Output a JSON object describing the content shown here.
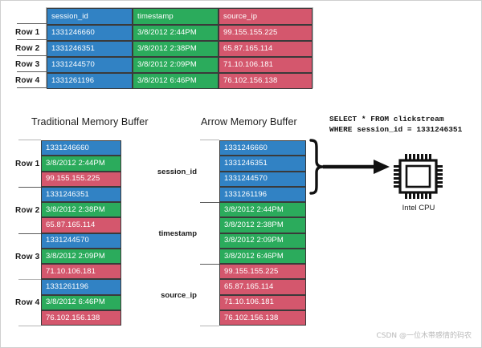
{
  "diagram": {
    "columns": [
      "session_id",
      "timestamp",
      "source_ip"
    ],
    "row_labels": [
      "Row 1",
      "Row 2",
      "Row 3",
      "Row 4"
    ],
    "table": {
      "headers": [
        "session_id",
        "timestamp",
        "source_ip"
      ],
      "rows": [
        [
          "1331246660",
          "3/8/2012  2:44PM",
          "99.155.155.225"
        ],
        [
          "1331246351",
          "3/8/2012  2:38PM",
          "65.87.165.114"
        ],
        [
          "1331244570",
          "3/8/2012  2:09PM",
          "71.10.106.181"
        ],
        [
          "1331261196",
          "3/8/2012  6:46PM",
          "76.102.156.138"
        ]
      ]
    },
    "traditional": {
      "title": "Traditional Memory Buffer",
      "row_labels": [
        "Row 1",
        "Row 2",
        "Row 3",
        "Row 4"
      ],
      "cells": [
        "1331246660",
        "3/8/2012  2:44PM",
        "99.155.155.225",
        "1331246351",
        "3/8/2012  2:38PM",
        "65.87.165.114",
        "1331244570",
        "3/8/2012  2:09PM",
        "71.10.106.181",
        "1331261196",
        "3/8/2012  6:46PM",
        "76.102.156.138"
      ]
    },
    "arrow": {
      "title": "Arrow Memory Buffer",
      "group_labels": [
        "session_id",
        "timestamp",
        "source_ip"
      ],
      "cells": [
        "1331246660",
        "1331246351",
        "1331244570",
        "1331261196",
        "3/8/2012  2:44PM",
        "3/8/2012  2:38PM",
        "3/8/2012  2:09PM",
        "3/8/2012  6:46PM",
        "99.155.155.225",
        "65.87.165.114",
        "71.10.106.181",
        "76.102.156.138"
      ]
    },
    "query": {
      "line1": "SELECT * FROM clickstream",
      "line2": "WHERE session_id = 1331246351"
    },
    "cpu": {
      "label": "Intel CPU"
    },
    "watermark": "CSDN @一位木带感情的码农",
    "colors": {
      "session_id": "#3182c4",
      "timestamp": "#2bab5c",
      "source_ip": "#d4576d",
      "cell_border": "#3a3a3a",
      "ink": "#151515"
    }
  }
}
